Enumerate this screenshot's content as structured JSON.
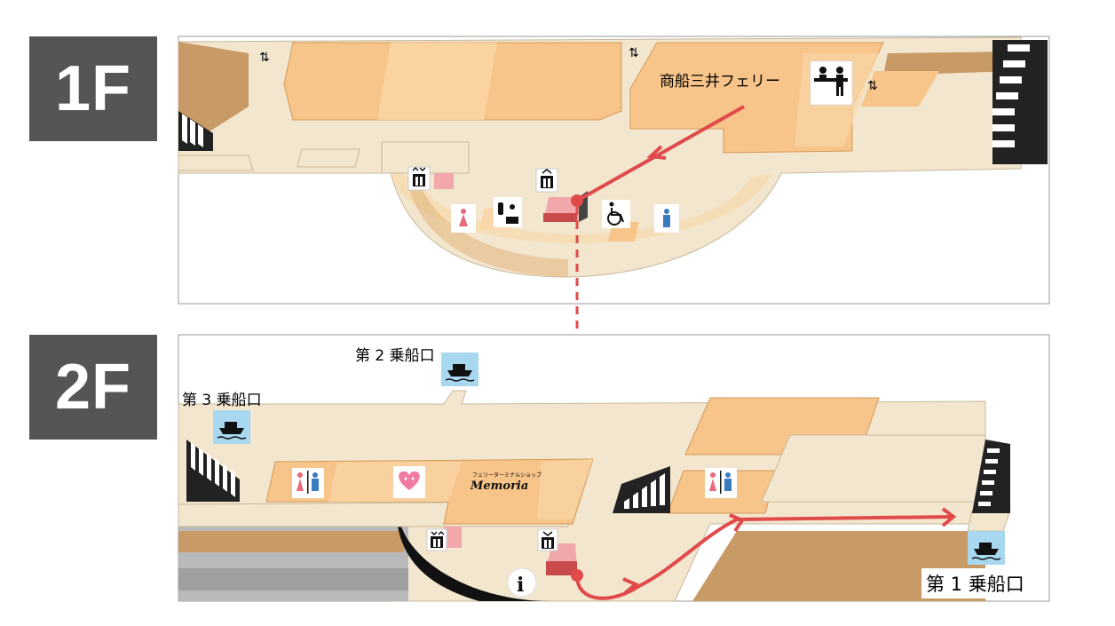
{
  "floors": {
    "first": "1F",
    "second": "2F"
  },
  "labels": {
    "ferry_counter": "商船三井フェリー",
    "gate_1": "第 1 乗船口",
    "gate_2": "第 2 乗船口",
    "gate_3": "第 3 乗船口",
    "shop_small": "フェリーターミナルショップ",
    "shop_name": "Memoria",
    "info_glyph": "i"
  },
  "icons": {
    "escalator": "⇅",
    "ferry": "ferry-icon",
    "elevator": "elevator-icon",
    "restroom_women": "women-restroom-icon",
    "restroom_men": "men-restroom-icon",
    "baby_care": "baby-care-icon",
    "accessible": "wheelchair-icon",
    "counter": "ticket-counter-icon",
    "kids": "kids-room-icon",
    "info": "information-icon"
  },
  "colors": {
    "badge": "#555555",
    "route": "#e04a4a",
    "floor": "#f3e6cf",
    "room": "#f7c489",
    "room_light": "#fad7a8",
    "wall": "#c89a66",
    "elevator": "#f2a7ac",
    "gate_bg": "#a8d8f0"
  }
}
